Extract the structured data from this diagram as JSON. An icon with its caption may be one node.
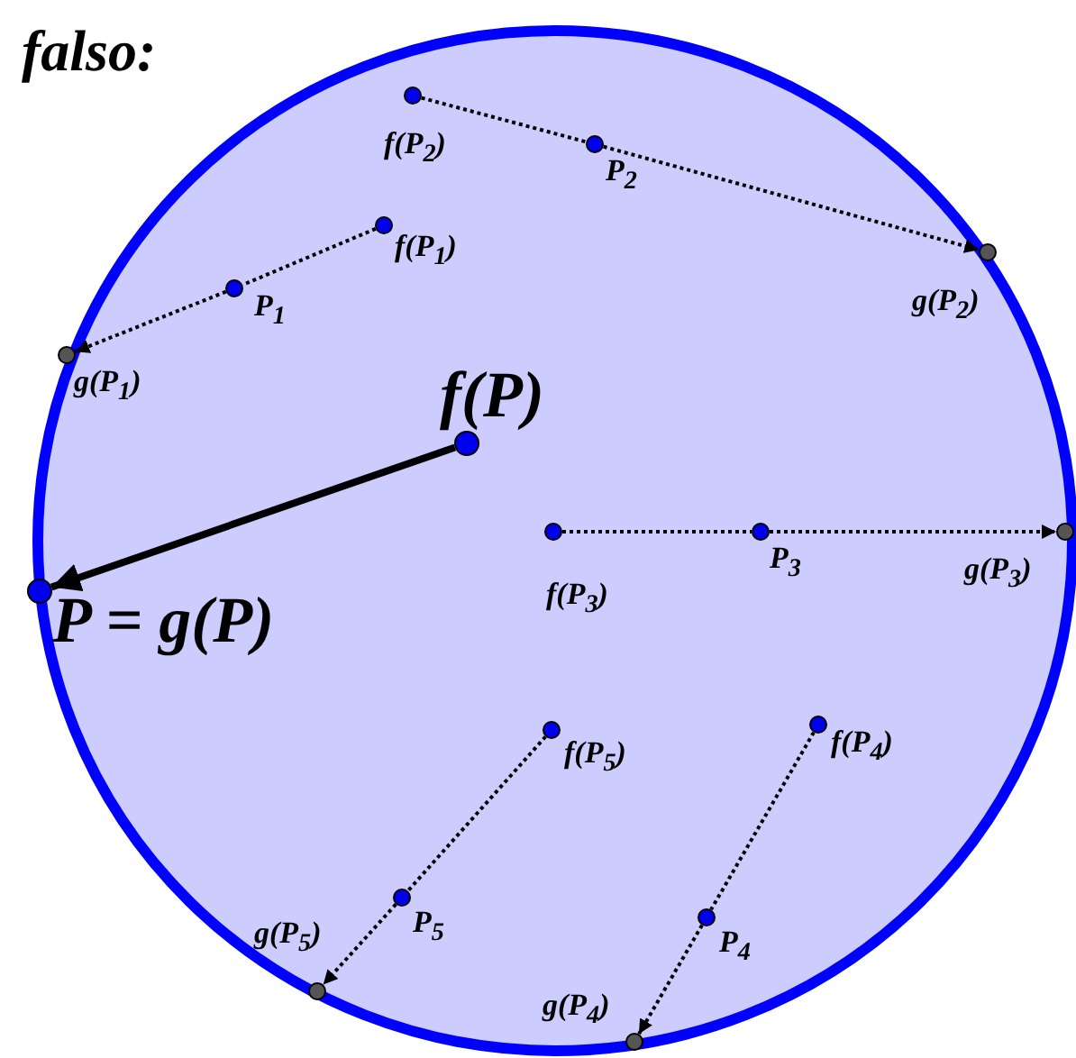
{
  "diagram": {
    "title": "falso:",
    "nodes": [
      {
        "text": [],
        "shape": "circle"
      },
      {
        "text": [],
        "shape": "circle",
        "in": 0,
        "beside": [
          "f(P$_{2}$)"
        ]
      },
      {
        "text": [],
        "shape": "circle",
        "in": 0,
        "beside": [
          "P$_{2}$"
        ]
      },
      {
        "text": [],
        "shape": "circle",
        "in": 0,
        "beside": [
          "g(P$_{2}$)"
        ]
      },
      {
        "text": [],
        "shape": "circle",
        "in": 0,
        "beside": [
          "f(P$_{1}$)"
        ]
      },
      {
        "text": [],
        "shape": "circle",
        "in": 0,
        "beside": [
          "P$_{1}$"
        ]
      },
      {
        "text": [],
        "shape": "circle",
        "in": 0,
        "beside": [
          "g(P$_{1}$)"
        ]
      },
      {
        "text": [],
        "shape": "circle",
        "in": 0,
        "beside": [
          "f(P)"
        ]
      },
      {
        "text": [],
        "shape": "circle",
        "in": 0,
        "beside": [
          "P = g(P)"
        ]
      },
      {
        "text": [],
        "shape": "circle",
        "in": 0,
        "beside": [
          "f(P$_{3}$)"
        ]
      },
      {
        "text": [],
        "shape": "circle",
        "in": 0,
        "beside": [
          "P$_{3}$"
        ]
      },
      {
        "text": [],
        "shape": "circle",
        "in": 0,
        "beside": [
          "g(P$_{3}$)"
        ]
      },
      {
        "text": [],
        "shape": "circle",
        "in": 0,
        "beside": [
          "f(P$_{5}$)"
        ]
      },
      {
        "text": [],
        "shape": "circle",
        "in": 0,
        "beside": [
          "f(P$_{4}$)"
        ]
      },
      {
        "text": [],
        "shape": "circle",
        "in": 0,
        "beside": [
          "P$_{5}$"
        ]
      },
      {
        "text": [],
        "shape": "circle",
        "in": 0,
        "beside": [
          "P$_{4}$"
        ]
      },
      {
        "text": [],
        "shape": "circle",
        "in": 0,
        "beside": [
          "g(P$_{5}$)"
        ]
      },
      {
        "text": [],
        "shape": "circle",
        "in": 0,
        "beside": [
          "g(P$_{4}$)"
        ]
      }
    ],
    "edges": [
      {
        "from": 1,
        "to": 2,
        "arrow": "none",
        "style": "dashed"
      },
      {
        "from": 2,
        "to": 3,
        "arrow": "to",
        "style": "dashed"
      },
      {
        "from": 4,
        "to": 5,
        "arrow": "none",
        "style": "dashed"
      },
      {
        "from": 5,
        "to": 6,
        "arrow": "to",
        "style": "dashed"
      },
      {
        "from": 7,
        "to": 8,
        "arrow": "to",
        "style": "thick"
      },
      {
        "from": 9,
        "to": 10,
        "arrow": "none",
        "style": "dashed"
      },
      {
        "from": 10,
        "to": 11,
        "arrow": "to",
        "style": "dashed"
      },
      {
        "from": 12,
        "to": 14,
        "arrow": "none",
        "style": "dashed"
      },
      {
        "from": 14,
        "to": 16,
        "arrow": "to",
        "style": "dashed"
      },
      {
        "from": 13,
        "to": 15,
        "arrow": "none",
        "style": "dashed"
      },
      {
        "from": 15,
        "to": 17,
        "arrow": "to",
        "style": "dashed"
      }
    ]
  }
}
